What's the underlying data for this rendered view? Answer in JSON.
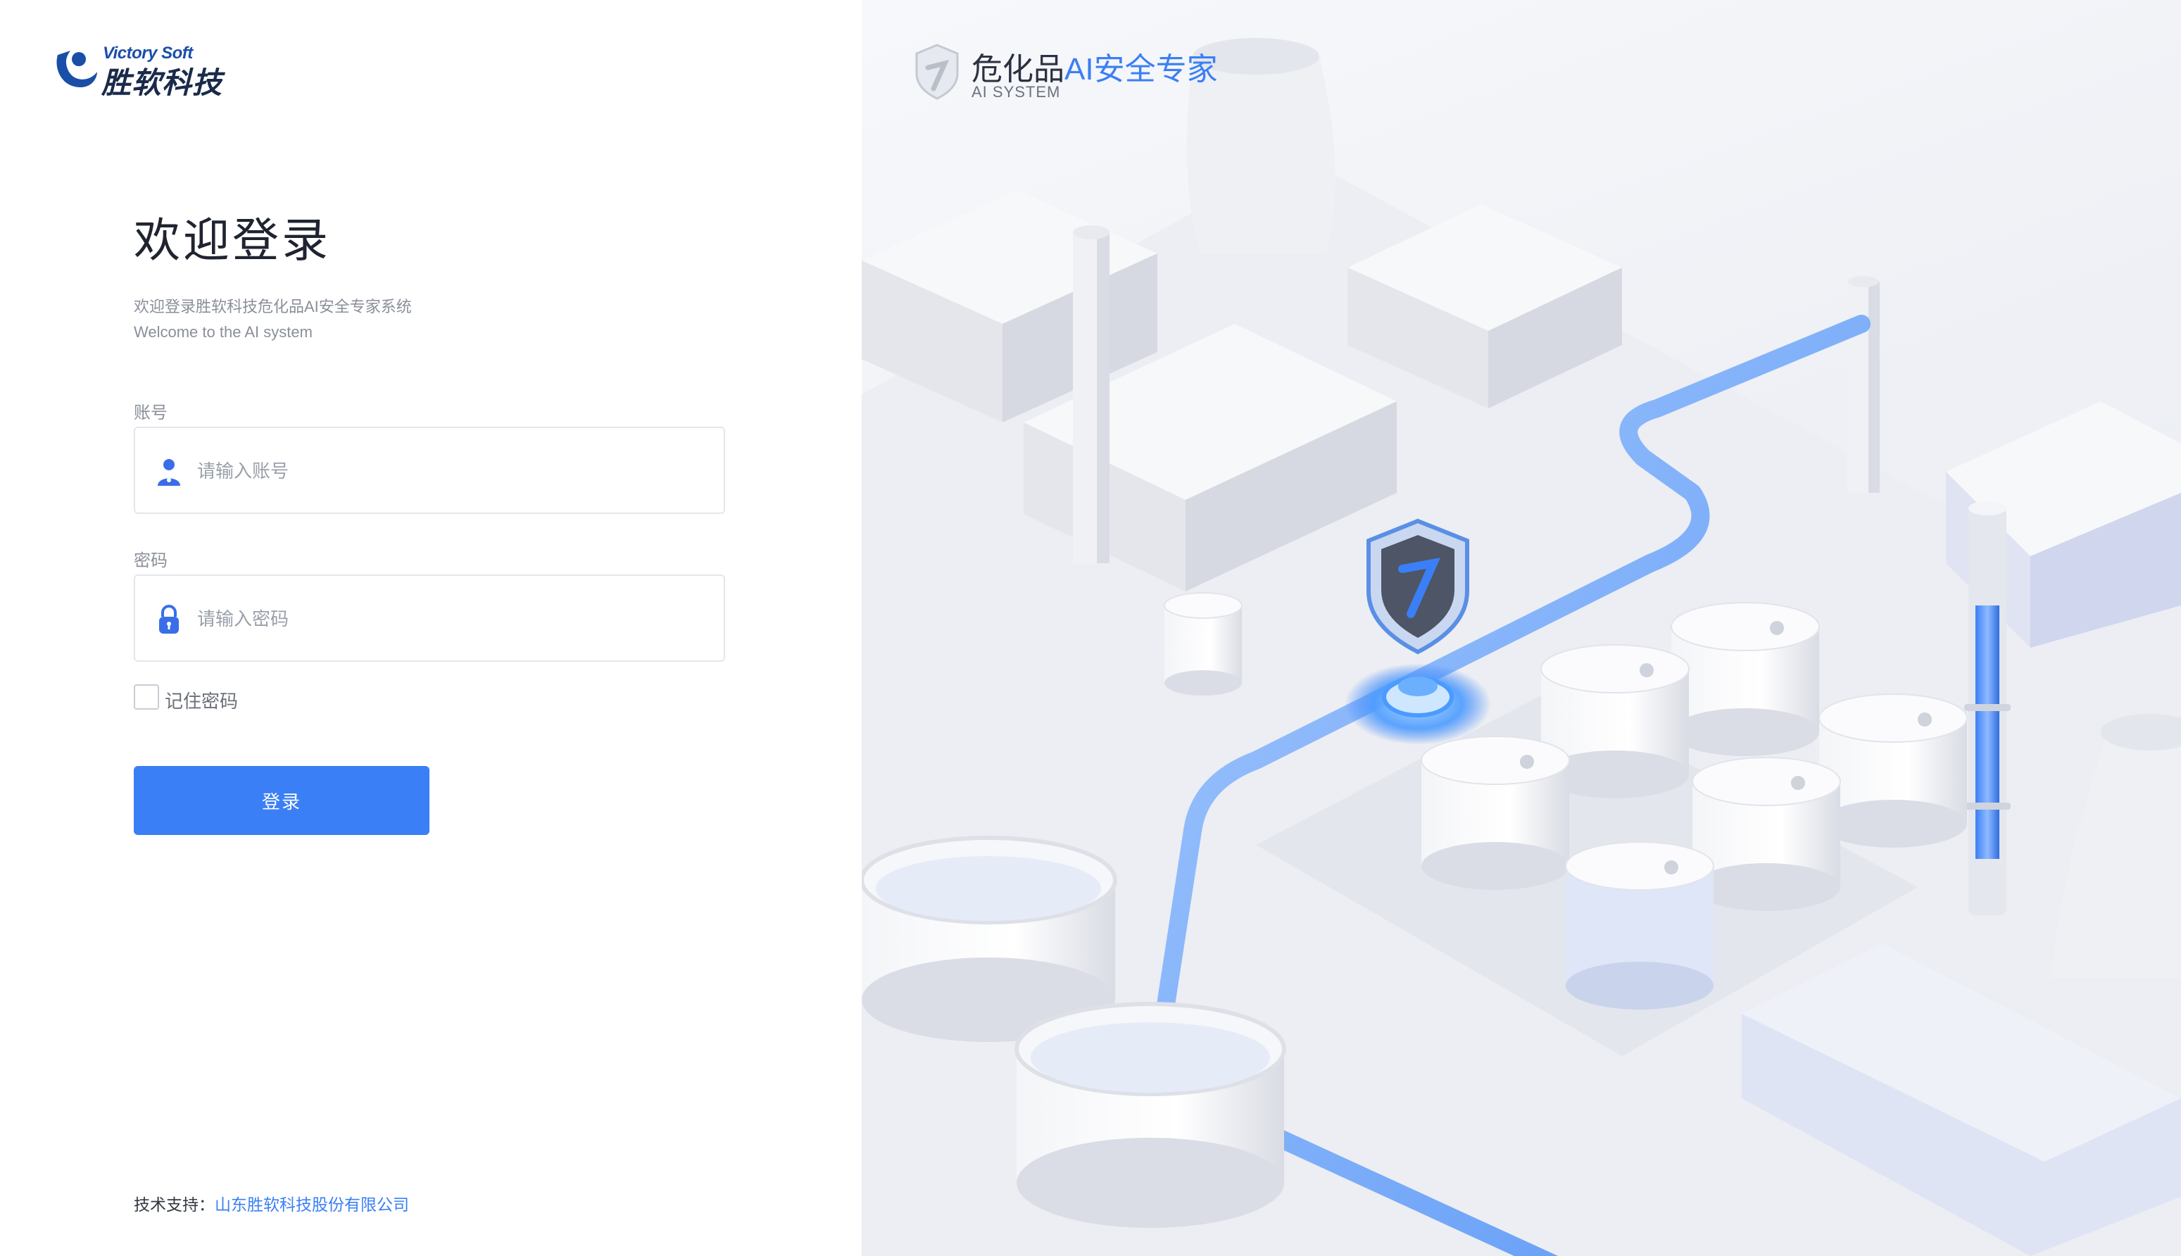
{
  "left": {
    "logo": {
      "en": "Victory Soft",
      "cn": "胜软科技"
    },
    "title": "欢迎登录",
    "subtitle_cn": "欢迎登录胜软科技危化品AI安全专家系统",
    "subtitle_en": "Welcome to the AI system",
    "account": {
      "label": "账号",
      "placeholder": "请输入账号",
      "icon": "user-icon"
    },
    "password": {
      "label": "密码",
      "placeholder": "请输入密码",
      "icon": "lock-icon"
    },
    "remember_label": "记住密码",
    "login_label": "登录",
    "footer": {
      "key": "技术支持：",
      "value": "山东胜软科技股份有限公司"
    }
  },
  "right": {
    "brand": {
      "title_dark": "危化品",
      "title_blue": "AI安全专家",
      "subtitle": "AI SYSTEM"
    }
  },
  "colors": {
    "accent": "#3a7ff5",
    "text_dark": "#1f2430",
    "muted": "#8a8f99",
    "border": "#e3e6ec"
  }
}
